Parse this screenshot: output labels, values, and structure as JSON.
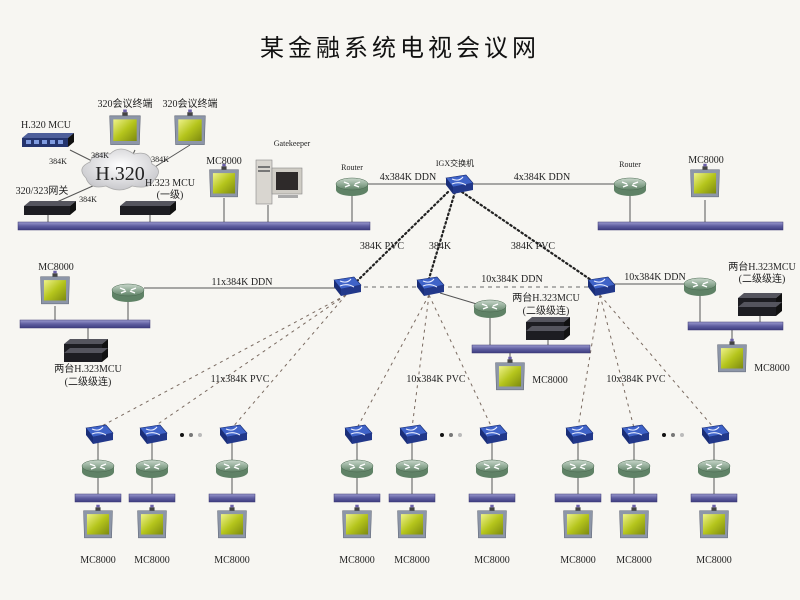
{
  "title": "某金融系统电视会议网",
  "colors": {
    "switch": "#1f3a8c",
    "router": "#7a9a80",
    "bus": "#6b6aa8",
    "screen": "#b8c81e",
    "mcu": "#1d1d22",
    "line": "#555555"
  },
  "top_segment": {
    "h320_cloud": "H.320",
    "h320_mcu": "H.320 MCU",
    "terminal_1": "320会议终端",
    "terminal_2": "320会议终端",
    "gateway": "320/323网关",
    "h323_mcu_line1": "H.323 MCU",
    "h323_mcu_line2": "(一级)",
    "mc8000": "MC8000",
    "gatekeeper": "Gatekeeper",
    "router": "Router",
    "link_384k_a": "384K",
    "link_384k_b": "384K",
    "link_384k_c": "384K",
    "link_384k_d": "384K"
  },
  "core": {
    "igx_label": "IGX交换机",
    "left_link": "4x384K DDN",
    "right_link": "4x384K DDN",
    "right_router": "Router",
    "right_mc8000": "MC8000",
    "pvc_left": "384K PVC",
    "pvc_mid": "384K",
    "pvc_right": "384K PVC"
  },
  "middle": {
    "left_mc8000": "MC8000",
    "left_link": "11x384K DDN",
    "left_mcu_line1": "两台H.323MCU",
    "left_mcu_line2": "(二级级连)",
    "center_link": "10x384K DDN",
    "center_mcu_line1": "两台H.323MCU",
    "center_mcu_line2": "(二级级连)",
    "center_mc8000": "MC8000",
    "right_link": "10x384K DDN",
    "right_mcu_line1": "两台H.323MCU",
    "right_mcu_line2": "(二级级连)",
    "right_mc8000": "MC8000",
    "pvc_group_1": "11x384K PVC",
    "pvc_group_2": "10x384K PVC",
    "pvc_group_3": "10x384K PVC"
  },
  "branches": {
    "groups": [
      {
        "sites": [
          "MC8000",
          "MC8000",
          "MC8000"
        ]
      },
      {
        "sites": [
          "MC8000",
          "MC8000",
          "MC8000"
        ]
      },
      {
        "sites": [
          "MC8000",
          "MC8000",
          "MC8000"
        ]
      }
    ]
  }
}
